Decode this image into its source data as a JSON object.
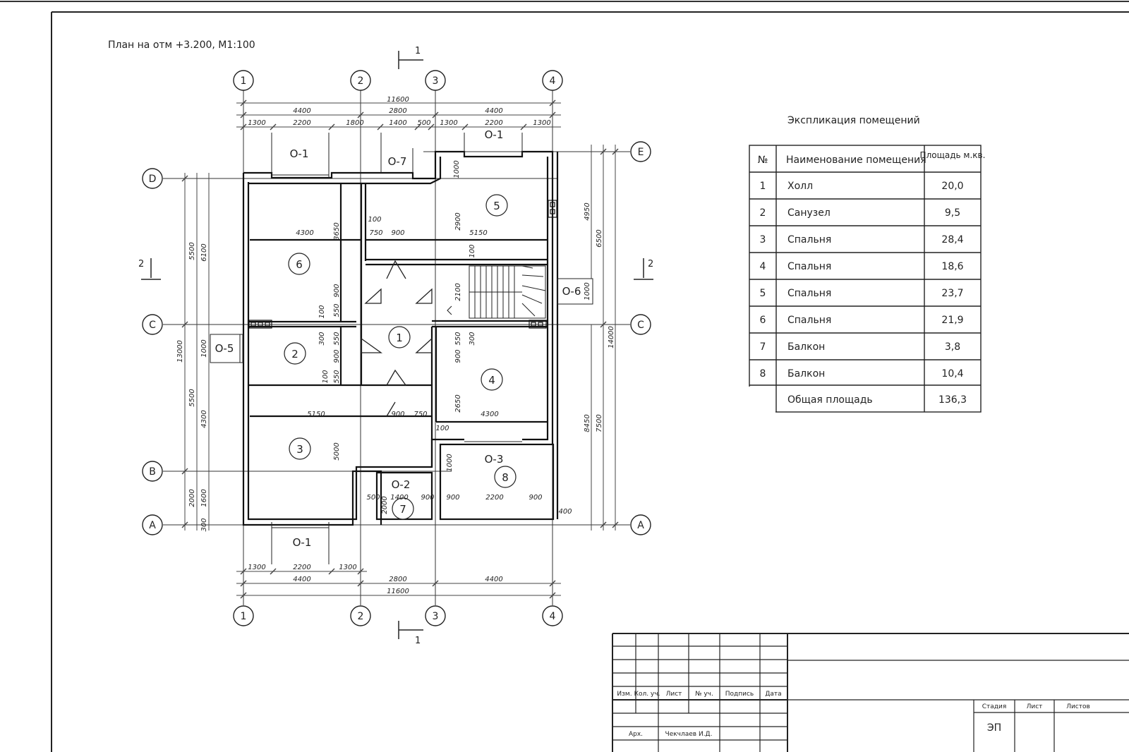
{
  "plan_title": "План на отм +3.200, М1:100",
  "section_1_label": "1",
  "section_2_label": "2",
  "axes": {
    "numbers": [
      "1",
      "2",
      "3",
      "4"
    ],
    "letters": [
      "A",
      "B",
      "C",
      "D",
      "E"
    ]
  },
  "rooms": [
    "1",
    "2",
    "3",
    "4",
    "5",
    "6",
    "7",
    "8"
  ],
  "openings": {
    "o1": "О-1",
    "o2": "О-2",
    "o3": "О-3",
    "o5": "О-5",
    "o6": "О-6",
    "o7": "О-7"
  },
  "dims": {
    "top_overall": "11600",
    "top_left": "4400",
    "top_mid": "2800",
    "top_right": "4400",
    "t1": "1300",
    "t2": "2200",
    "t3": "1800",
    "t4": "1400",
    "t5": "500",
    "t6": "1300",
    "t7": "2200",
    "t8": "1300",
    "bot_overall": "11600",
    "bot_left": "4400",
    "bot_mid": "2800",
    "bot_right": "4400",
    "b1": "1300",
    "b2": "2200",
    "b3": "1300",
    "left_overall": "13000",
    "left_upper": "5500",
    "left_lower": "5500",
    "left_bottom": "2000",
    "l_6100": "6100",
    "l_1000": "1000",
    "l_4300": "4300",
    "l_1600": "1600",
    "l_300": "300",
    "right_overall": "14000",
    "right_4950": "4950",
    "right_6500": "6500",
    "right_8450": "8450",
    "right_7500": "7500",
    "r_1000": "1000",
    "r_400": "400",
    "in_4300a": "4300",
    "in_3650": "3650",
    "in_100a": "100",
    "in_750a": "750",
    "in_900a": "900",
    "in_5150a": "5150",
    "in_2900": "2900",
    "in_1000top": "1000",
    "in_100b": "100",
    "in_2100": "2100",
    "in_900b": "900",
    "in_550a": "550",
    "in_100c": "100",
    "in_300a": "300",
    "in_550b": "550",
    "in_900c": "900",
    "in_100d": "100",
    "in_550c": "550",
    "in_550d": "550",
    "in_300b": "300",
    "in_900d": "900",
    "in_2650": "2650",
    "in_5150b": "5150",
    "in_900e": "900",
    "in_750b": "750",
    "in_4300b": "4300",
    "in_100e": "100",
    "in_5000": "5000",
    "in_1000b": "1000",
    "in_500": "500",
    "in_1400": "1400",
    "in_2000": "2000",
    "in_900f": "900",
    "in_900g": "900",
    "in_2200": "2200",
    "in_900h": "900"
  },
  "explication": {
    "title": "Экспликация помещений",
    "headers": [
      "№",
      "Наименование помещения",
      "Площадь м.кв."
    ],
    "rows": [
      [
        "1",
        "Холл",
        "20,0"
      ],
      [
        "2",
        "Санузел",
        "9,5"
      ],
      [
        "3",
        "Спальня",
        "28,4"
      ],
      [
        "4",
        "Спальня",
        "18,6"
      ],
      [
        "5",
        "Спальня",
        "23,7"
      ],
      [
        "6",
        "Спальня",
        "21,9"
      ],
      [
        "7",
        "Балкон",
        "3,8"
      ],
      [
        "8",
        "Балкон",
        "10,4"
      ]
    ],
    "total_label": "Общая площадь",
    "total_value": "136,3"
  },
  "title_block": {
    "col_headers": [
      "Изм.",
      "Кол. уч.",
      "Лист",
      "№ уч.",
      "Подпись",
      "Дата"
    ],
    "role": "Арх.",
    "name": "Чекчлаев И.Д.",
    "stage_label": "Стадия",
    "sheet_label": "Лист",
    "sheets_label": "Листов",
    "stage_value": "ЭП"
  }
}
